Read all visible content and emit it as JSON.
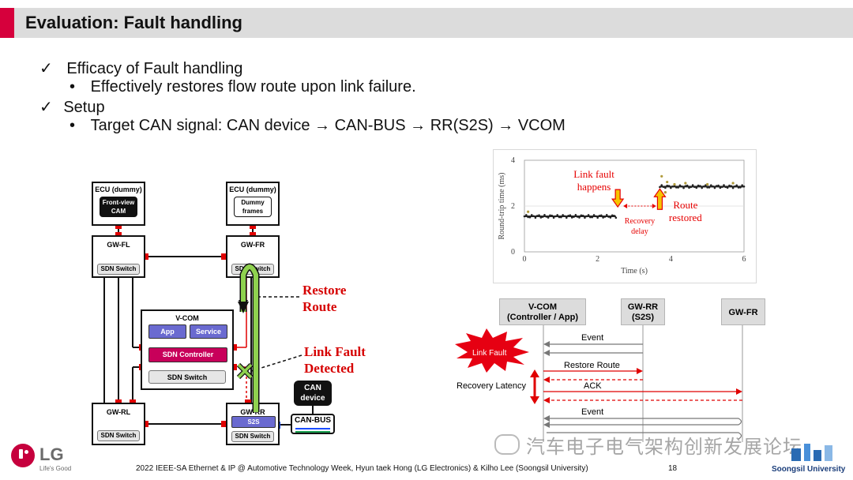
{
  "slide": {
    "title": "Evaluation: Fault handling",
    "bullets": [
      {
        "mark": "✓",
        "text": "Efficacy of Fault handling"
      },
      {
        "mark": "•",
        "text": "Effectively restores flow route upon link failure."
      },
      {
        "mark": "✓",
        "text": "Setup"
      },
      {
        "mark": "•",
        "text": "Target CAN signal: CAN device → CAN-BUS → RR(S2S) → VCOM"
      }
    ]
  },
  "topology": {
    "ecu_left_title": "ECU (dummy)",
    "ecu_left_box": [
      "Front-view",
      "CAM"
    ],
    "ecu_right_title": "ECU (dummy)",
    "ecu_right_box": [
      "Dummy",
      "frames"
    ],
    "gw_fl": "GW-FL",
    "gw_fr": "GW-FR",
    "gw_rl": "GW-RL",
    "gw_rr": "GW-RR",
    "sdn_switch": "SDN Switch",
    "vcom_title": "V-COM",
    "app": "App",
    "service": "Service",
    "sdn_controller": "SDN Controller",
    "s2s": "S2S",
    "can_device": [
      "CAN",
      "device"
    ],
    "can_bus": "CAN-BUS",
    "restore_route": [
      "Restore",
      "Route"
    ],
    "link_fault_detected": [
      "Link Fault",
      "Detected"
    ]
  },
  "chart_data": {
    "type": "scatter",
    "xlabel": "Time (s)",
    "ylabel": "Round-trip time (ms)",
    "xlim": [
      0,
      6
    ],
    "ylim": [
      0,
      4
    ],
    "xticks": [
      "0",
      "2",
      "4",
      "6"
    ],
    "yticks": [
      "0",
      "2",
      "4"
    ],
    "segments": [
      {
        "x_start": 0.0,
        "x_end": 2.5,
        "y": 1.55
      },
      {
        "x_start": 3.7,
        "x_end": 6.0,
        "y": 2.85
      }
    ],
    "annotations": {
      "fault": [
        "Link fault",
        "happens"
      ],
      "recovery": [
        "Recovery",
        "delay"
      ],
      "route": [
        "Route",
        "restored"
      ]
    },
    "colors": {
      "points": "#222222",
      "outliers": "#b09a3a",
      "arrow_fill": "#f5c400",
      "arrow_edge": "#e60000",
      "annotation": "#e60000"
    }
  },
  "sequence": {
    "actors": [
      {
        "name": "V-COM",
        "sub": "(Controller / App)"
      },
      {
        "name": "GW-RR",
        "sub": "(S2S)"
      },
      {
        "name": "GW-FR",
        "sub": ""
      }
    ],
    "messages": {
      "event1": "Event",
      "restore_route": "Restore Route",
      "ack": "ACK",
      "event2": "Event"
    },
    "link_fault": "Link Fault",
    "recovery_latency": "Recovery Latency"
  },
  "footer": {
    "logo_text": "LG",
    "logo_tagline": "Life's Good",
    "citation": "2022 IEEE-SA Ethernet & IP @ Automotive Technology Week, Hyun taek Hong (LG Electronics) & Kilho Lee (Soongsil University)",
    "page": "18",
    "watermark": "汽车电子电气架构创新发展论坛",
    "university": "Soongsil University"
  }
}
